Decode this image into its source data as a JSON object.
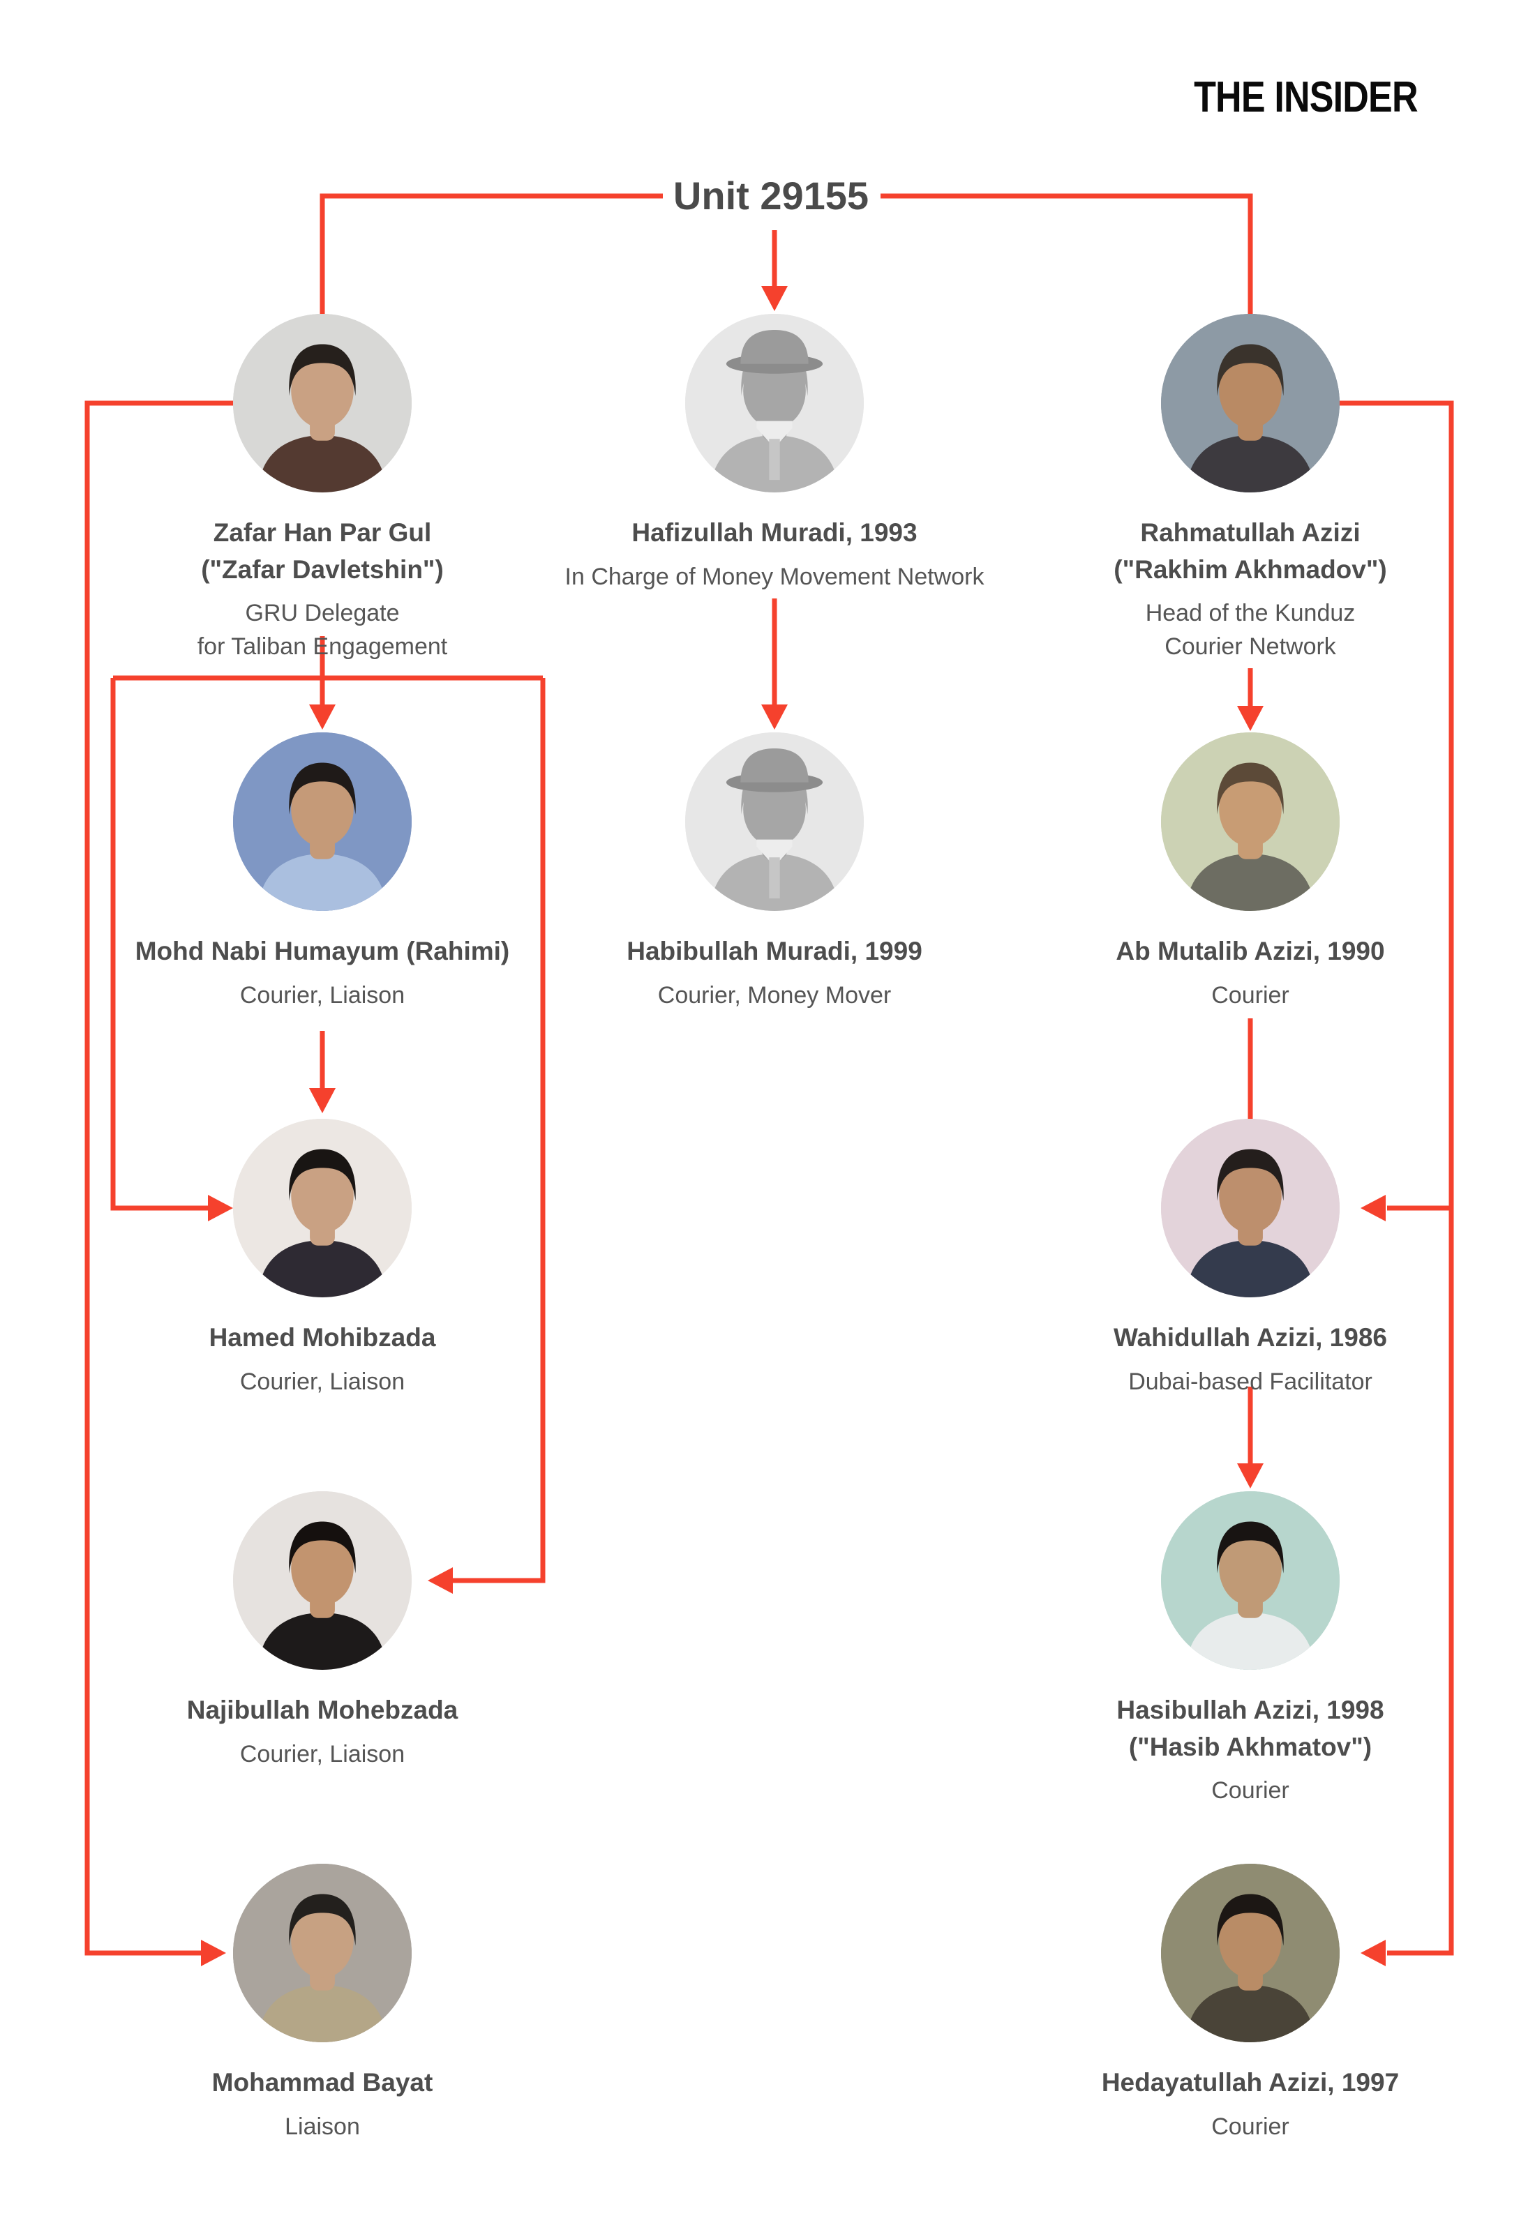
{
  "brand": {
    "logo_text": "THE INSIDER"
  },
  "chart": {
    "title": "Unit 29155"
  },
  "accent_color": "#f5412d",
  "text_color": "#4d4d4d",
  "nodes": [
    {
      "id": "zafar",
      "name": "Zafar Han Par Gul\n(\"Zafar Davletshin\")",
      "role": "GRU Delegate\nfor Taliban Engagement",
      "avatar": {
        "type": "photo",
        "bg": "#d8d8d6",
        "skin": "#c9a183",
        "hair": "#26201c",
        "shirt": "#543a31"
      }
    },
    {
      "id": "hafizullah",
      "name": "Hafizullah Muradi, 1993",
      "role": "In Charge of Money Movement Network",
      "avatar": {
        "type": "anonymous",
        "bg": "#e7e7e7",
        "skin": "#a6a6a6",
        "hair": "#a6a6a6",
        "shirt": "#b3b3b3"
      }
    },
    {
      "id": "rahmatullah",
      "name": "Rahmatullah Azizi\n(\"Rakhim Akhmadov\")",
      "role": "Head of the Kunduz\nCourier Network",
      "avatar": {
        "type": "photo",
        "bg": "#8d9aa5",
        "skin": "#b98a64",
        "hair": "#3a332c",
        "shirt": "#3d3a3f"
      }
    },
    {
      "id": "mohd",
      "name": "Mohd Nabi Humayum (Rahimi)",
      "role": "Courier, Liaison",
      "avatar": {
        "type": "photo",
        "bg": "#7f97c4",
        "skin": "#c59a78",
        "hair": "#1f1a18",
        "shirt": "#aabfdf"
      }
    },
    {
      "id": "habibullah",
      "name": "Habibullah Muradi, 1999",
      "role": "Courier, Money Mover",
      "avatar": {
        "type": "anonymous",
        "bg": "#e7e7e7",
        "skin": "#a6a6a6",
        "hair": "#a6a6a6",
        "shirt": "#b3b3b3"
      }
    },
    {
      "id": "abmutalib",
      "name": "Ab Mutalib Azizi, 1990",
      "role": "Courier",
      "avatar": {
        "type": "photo",
        "bg": "#ccd2b4",
        "skin": "#c89c74",
        "hair": "#5c4a38",
        "shirt": "#6d6d62"
      }
    },
    {
      "id": "hamed",
      "name": "Hamed Mohibzada",
      "role": "Courier, Liaison",
      "avatar": {
        "type": "photo",
        "bg": "#ece7e3",
        "skin": "#c9a183",
        "hair": "#191513",
        "shirt": "#2e2a33"
      }
    },
    {
      "id": "wahidullah",
      "name": "Wahidullah Azizi, 1986",
      "role": "Dubai-based Facilitator",
      "avatar": {
        "type": "photo",
        "bg": "#e3d3da",
        "skin": "#bd8f6d",
        "hair": "#241e1c",
        "shirt": "#343b4d"
      }
    },
    {
      "id": "najibullah",
      "name": "Najibullah Mohebzada",
      "role": "Courier, Liaison",
      "avatar": {
        "type": "photo",
        "bg": "#e6e2df",
        "skin": "#c2946f",
        "hair": "#15100e",
        "shirt": "#1d1a1a"
      }
    },
    {
      "id": "hasibullah",
      "name": "Hasibullah Azizi, 1998\n(\"Hasib Akhmatov\")",
      "role": "Courier",
      "avatar": {
        "type": "photo",
        "bg": "#b7d6cd",
        "skin": "#c09a76",
        "hair": "#181412",
        "shirt": "#e8ecec"
      }
    },
    {
      "id": "bayat",
      "name": "Mohammad Bayat",
      "role": "Liaison",
      "avatar": {
        "type": "photo",
        "bg": "#aaa49d",
        "skin": "#c7a182",
        "hair": "#23201d",
        "shirt": "#b4a687"
      }
    },
    {
      "id": "hedayatullah",
      "name": "Hedayatullah Azizi, 1997",
      "role": "Courier",
      "avatar": {
        "type": "photo",
        "bg": "#8f8c72",
        "skin": "#b98c66",
        "hair": "#1c1714",
        "shirt": "#4a4438"
      }
    }
  ]
}
